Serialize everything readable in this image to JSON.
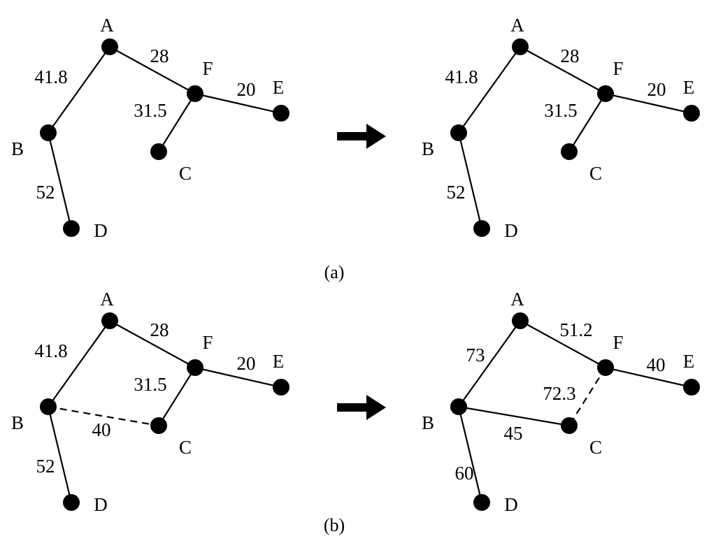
{
  "panels": [
    {
      "id": "a-before",
      "nodes": [
        "A",
        "B",
        "C",
        "D",
        "E",
        "F"
      ],
      "edges": [
        {
          "from": "A",
          "to": "B",
          "weight": "41.8",
          "style": "solid"
        },
        {
          "from": "A",
          "to": "F",
          "weight": "28",
          "style": "solid"
        },
        {
          "from": "F",
          "to": "E",
          "weight": "20",
          "style": "solid"
        },
        {
          "from": "F",
          "to": "C",
          "weight": "31.5",
          "style": "solid"
        },
        {
          "from": "B",
          "to": "D",
          "weight": "52",
          "style": "solid"
        }
      ]
    },
    {
      "id": "a-after",
      "nodes": [
        "A",
        "B",
        "C",
        "D",
        "E",
        "F"
      ],
      "edges": [
        {
          "from": "A",
          "to": "B",
          "weight": "41.8",
          "style": "solid"
        },
        {
          "from": "A",
          "to": "F",
          "weight": "28",
          "style": "solid"
        },
        {
          "from": "F",
          "to": "E",
          "weight": "20",
          "style": "solid"
        },
        {
          "from": "F",
          "to": "C",
          "weight": "31.5",
          "style": "solid"
        },
        {
          "from": "B",
          "to": "D",
          "weight": "52",
          "style": "solid"
        }
      ]
    },
    {
      "id": "b-before",
      "nodes": [
        "A",
        "B",
        "C",
        "D",
        "E",
        "F"
      ],
      "edges": [
        {
          "from": "A",
          "to": "B",
          "weight": "41.8",
          "style": "solid"
        },
        {
          "from": "A",
          "to": "F",
          "weight": "28",
          "style": "solid"
        },
        {
          "from": "F",
          "to": "E",
          "weight": "20",
          "style": "solid"
        },
        {
          "from": "F",
          "to": "C",
          "weight": "31.5",
          "style": "solid"
        },
        {
          "from": "B",
          "to": "C",
          "weight": "40",
          "style": "dashed"
        },
        {
          "from": "B",
          "to": "D",
          "weight": "52",
          "style": "solid"
        }
      ]
    },
    {
      "id": "b-after",
      "nodes": [
        "A",
        "B",
        "C",
        "D",
        "E",
        "F"
      ],
      "edges": [
        {
          "from": "A",
          "to": "B",
          "weight": "73",
          "style": "solid"
        },
        {
          "from": "A",
          "to": "F",
          "weight": "51.2",
          "style": "solid"
        },
        {
          "from": "F",
          "to": "E",
          "weight": "40",
          "style": "solid"
        },
        {
          "from": "F",
          "to": "C",
          "weight": "72.3",
          "style": "dashed"
        },
        {
          "from": "B",
          "to": "C",
          "weight": "45",
          "style": "solid"
        },
        {
          "from": "B",
          "to": "D",
          "weight": "60",
          "style": "solid"
        }
      ]
    }
  ],
  "captions": {
    "a": "(a)",
    "b": "(b)"
  },
  "arrow_icon": "right-arrow-icon",
  "colors": {
    "ink": "#000000",
    "background": "#ffffff"
  }
}
